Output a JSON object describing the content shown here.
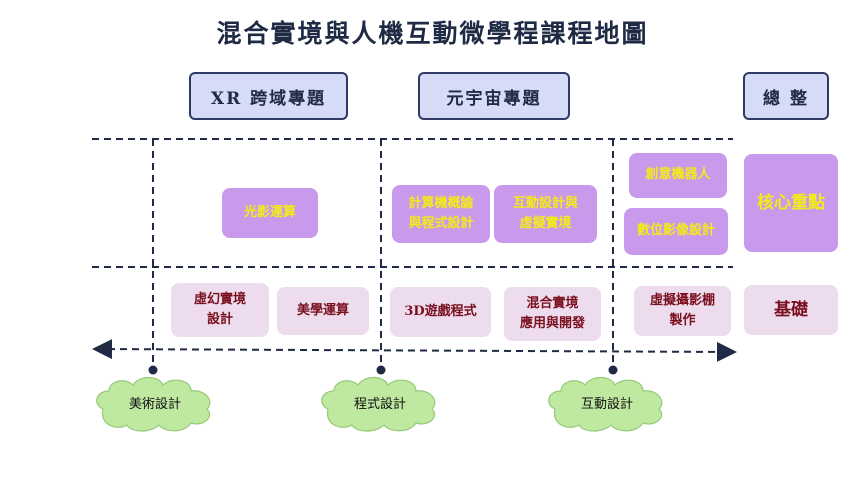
{
  "title": "混合實境與人機互動微學程課程地圖",
  "headers": {
    "xr": "XR 跨域專題",
    "metaverse": "元宇宙專題",
    "overview": "總 整"
  },
  "upper_courses": {
    "light_shadow": "光影運算",
    "computer_intro": "計算機概論\n與程式設計",
    "interaction_design": "互動設計與\n虛擬實境",
    "creative_robot": "創意機器人",
    "digital_imaging": "數位影像設計"
  },
  "lower_courses": {
    "fantasy_reality": "虛幻實境\n設計",
    "aesthetic_computing": "美學運算",
    "game_programming": "3D遊戲程式",
    "mr_development": "混合實境\n應用與開發",
    "virtual_studio": "虛擬攝影棚\n製作"
  },
  "levels": {
    "core": "核心重點",
    "foundation": "基礎"
  },
  "axes": {
    "art": "美術設計",
    "programming": "程式設計",
    "interaction": "互動設計"
  },
  "colors": {
    "upper_fill": "#c99aec",
    "upper_text": "#f4ea1a",
    "lower_fill": "#ecdcee",
    "lower_text": "#7a0f1e",
    "header_fill": "#d6dcf5",
    "cloud_fill": "#bfe8a0"
  }
}
